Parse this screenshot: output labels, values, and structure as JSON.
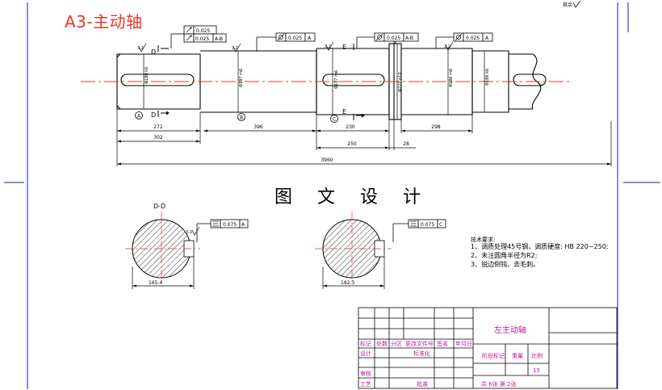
{
  "sheet_title": "A3-主动轴",
  "watermark": "图 文 设 计",
  "corner_mark": "其余",
  "roughness_marks": [
    "3.2",
    "3.2",
    "3.2",
    "3.2",
    "3.2",
    "3.2"
  ],
  "section_labels": {
    "top_left": "D",
    "bottom_left": "D",
    "top_right": "E",
    "bottom_right": "E",
    "section_view": "D-D"
  },
  "datum_labels": [
    "A",
    "B",
    "C"
  ],
  "tolerance_frames": [
    {
      "symbol": "circular-runout",
      "value": "0.025",
      "datum": ""
    },
    {
      "symbol": "circular-runout",
      "value": "0.025",
      "datum": "A-B"
    },
    {
      "symbol": "cylindricity",
      "value": "0.025",
      "datum": "A"
    },
    {
      "symbol": "cylindricity",
      "value": "0.025",
      "datum": "A-B"
    },
    {
      "symbol": "cylindricity",
      "value": "0.025",
      "datum": "A"
    },
    {
      "symbol": "symmetry",
      "value": "0.075",
      "datum": "A"
    },
    {
      "symbol": "symmetry",
      "value": "0.075",
      "datum": "C"
    }
  ],
  "diameter_labels": [
    "Φ180 k6",
    "Φ197 m6",
    "Φ197 m6",
    "Φ221 e10",
    "Φ186 m6",
    "Φ186 k6"
  ],
  "dimensions": {
    "d272": "272",
    "d396": "396",
    "d230": "230",
    "d298": "298",
    "d302": "302",
    "d250": "250",
    "d28": "28",
    "total": "3960",
    "sec1_width": "165.4",
    "sec2_width": "182.3"
  },
  "tech_requirements": {
    "title": "技术要求:",
    "items": [
      "1、调质处理45号钢，调质硬度: HB 220~250;",
      "2、未注圆角半径为R2;",
      "3、锐边倒钝、去毛刺。"
    ]
  },
  "title_block": {
    "part_name": "左主动轴",
    "labels": {
      "mark": "标记",
      "count": "处数",
      "zone": "分区",
      "change_doc": "更改文件号",
      "signature": "签名",
      "date": "年月日",
      "design": "设计",
      "standardize": "标准化",
      "stage_mark": "阶段标记",
      "weight": "重量",
      "scale": "比例",
      "review": "审核",
      "process": "工艺",
      "approve": "批准"
    },
    "scale_value": "15",
    "sheets": "共 6张 第 2张"
  },
  "colors": {
    "sheet_title": "#e8352b",
    "frame": "#1b1ba8",
    "centerline": "#e8352b",
    "title_block_text": "#c0189c",
    "ink": "#000000"
  }
}
